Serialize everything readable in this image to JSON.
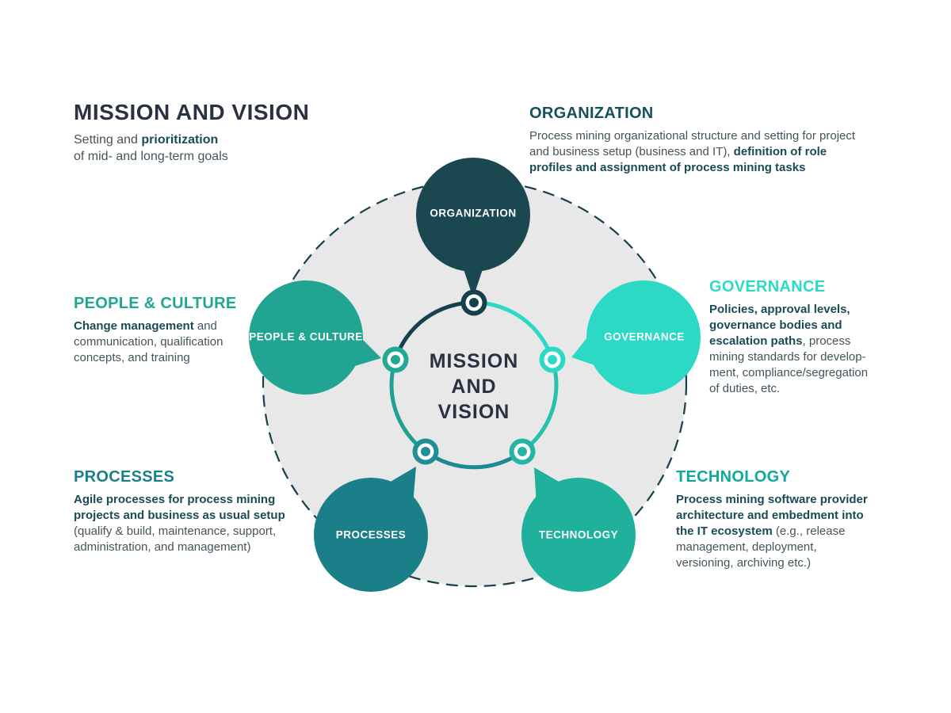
{
  "palette": {
    "navy": "#16414C",
    "dark_bubble": "#1A4750",
    "turquoise": "#2BD9C4",
    "green_teal": "#21A592",
    "bright_green_teal": "#1FB19C",
    "deep_teal": "#1B7F8A",
    "gray_circle_fill": "#E8E8E8",
    "title_color": "#2A3241",
    "body_text": "#44545B",
    "body_bold": "#1A4B55"
  },
  "title": {
    "text": "MISSION AND VISION",
    "subtitle": [
      {
        "t": "Setting and ",
        "b": false
      },
      {
        "t": "prioritization",
        "b": true
      },
      {
        "t": "\nof mid- and long-term goals",
        "b": false
      }
    ]
  },
  "sections": {
    "organization": {
      "heading": "ORGANIZATION",
      "body": [
        {
          "t": "Process mining organizational structure and setting for project\nand business setup (business and IT), ",
          "b": false
        },
        {
          "t": "definition of role\nprofiles and assignment of process mining tasks",
          "b": true
        }
      ]
    },
    "governance": {
      "heading": "GOVERNANCE",
      "body": [
        {
          "t": "Policies, approval levels,\ngovernance bodies and\nescalation paths",
          "b": true
        },
        {
          "t": ", process\nmining standards for develop-\nment, compliance/segregation\nof duties, etc.",
          "b": false
        }
      ]
    },
    "technology": {
      "heading": "TECHNOLOGY",
      "body": [
        {
          "t": "Process mining software provider\narchitecture and embedment into\nthe IT ecosystem",
          "b": true
        },
        {
          "t": " (e.g., release\nmanagement, deployment,\nversioning, archiving etc.)",
          "b": false
        }
      ]
    },
    "processes": {
      "heading": "PROCESSES",
      "body": [
        {
          "t": "Agile processes for process mining\nprojects and business as usual setup",
          "b": true
        },
        {
          "t": "\n(qualify & build, maintenance, support,\nadministration, and management)",
          "b": false
        }
      ]
    },
    "people_culture": {
      "heading": "PEOPLE & CULTURE",
      "body": [
        {
          "t": "Change management",
          "b": true
        },
        {
          "t": " and\ncommunication, qualification\nconcepts, and training",
          "b": false
        }
      ]
    }
  },
  "diagram": {
    "center_label": "MISSION\nAND\nVISION",
    "bubble_labels": {
      "organization": "ORGANIZATION",
      "governance": "GOVERNANCE",
      "technology": "TECHNOLOGY",
      "processes": "PROCESSES",
      "people_culture": "PEOPLE & CULTURE"
    }
  }
}
